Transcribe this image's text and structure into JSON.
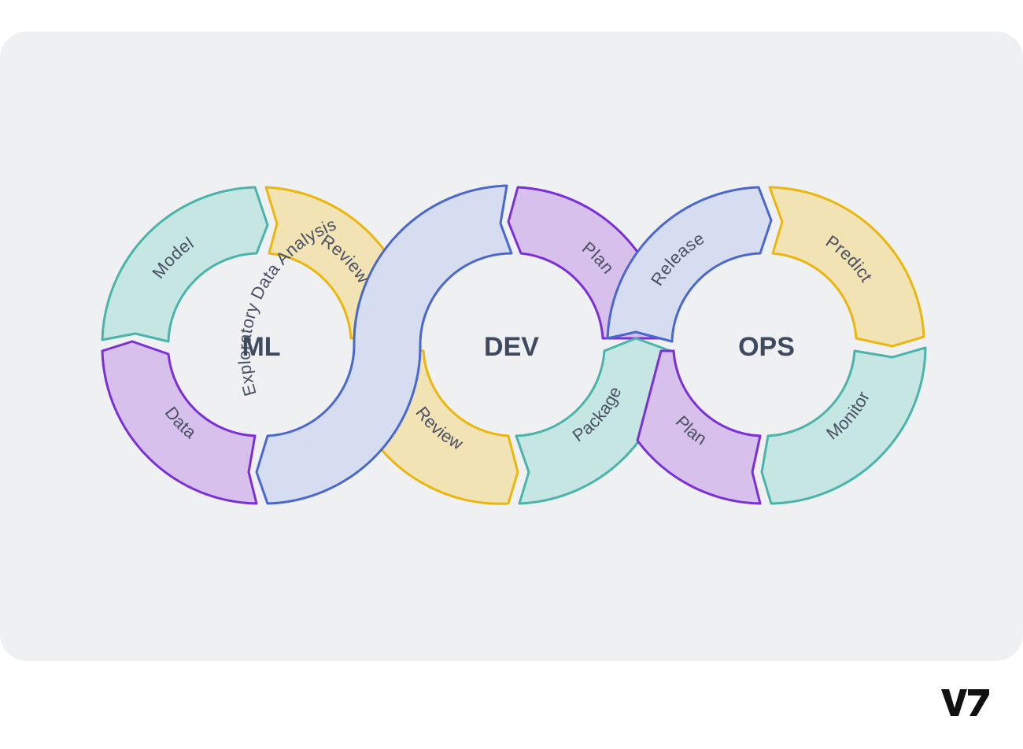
{
  "hubs": {
    "ml": "ML",
    "dev": "DEV",
    "ops": "OPS"
  },
  "segments": {
    "ml_model": "Model",
    "ml_review": "Review",
    "ml_data": "Data",
    "eda": "Exploratory Data Analysis",
    "dev_plan": "Plan",
    "dev_review": "Review",
    "dev_package": "Package",
    "ops_release": "Release",
    "ops_predict": "Predict",
    "ops_plan": "Plan",
    "ops_monitor": "Monitor"
  },
  "logo": "V7",
  "colors": {
    "teal": "#4bb4aa",
    "teal_fill": "#c6e6e3",
    "yellow": "#ebb60e",
    "yellow_fill": "#f1e3b4",
    "purple": "#7b2fd6",
    "purple_fill": "#d8c0ec",
    "blue": "#4a67cf",
    "blue_fill": "#d6ddf0",
    "background": "#eff0f2"
  }
}
